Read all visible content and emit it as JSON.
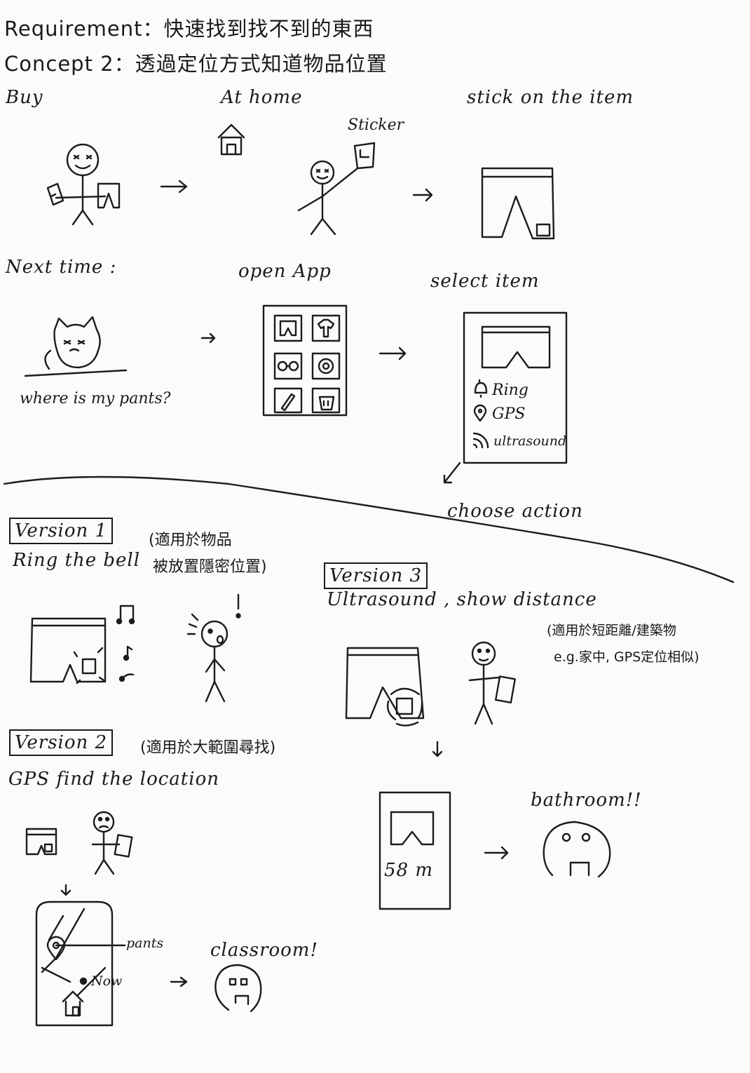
{
  "header": {
    "requirement": "Requirement：快速找到找不到的東西",
    "concept": "Concept 2：透過定位方式知道物品位置"
  },
  "row1": {
    "buy": "Buy",
    "at_home": "At home",
    "sticker": "Sticker",
    "stick_on_item": "stick on the item"
  },
  "row2": {
    "next_time": "Next time :",
    "question": "where is my pants?",
    "open_app": "open App",
    "select_item": "select item",
    "options": [
      "Ring",
      "GPS",
      "ultrasound"
    ],
    "choose_action": "choose action"
  },
  "version1": {
    "tag": "Version 1",
    "title": "Ring the bell",
    "note_line1": "(適用於物品",
    "note_line2": "被放置隱密位置)"
  },
  "version2": {
    "tag": "Version 2",
    "title": "GPS find the location",
    "note": "(適用於大範圍尋找)",
    "map_label_pants": "pants",
    "map_label_now": "Now",
    "result": "classroom!"
  },
  "version3": {
    "tag": "Version 3",
    "title": "Ultrasound , show distance",
    "note_line1": "(適用於短距離/建築物",
    "note_line2": "e.g.家中, GPS定位相似)",
    "distance": "58 m",
    "result": "bathroom!!"
  },
  "icons": [
    "house-icon",
    "sticker-icon",
    "pants-icon",
    "shirt-icon",
    "glasses-icon",
    "bell-icon",
    "map-pin-icon",
    "signal-icon",
    "music-note-icon",
    "phone-icon"
  ]
}
